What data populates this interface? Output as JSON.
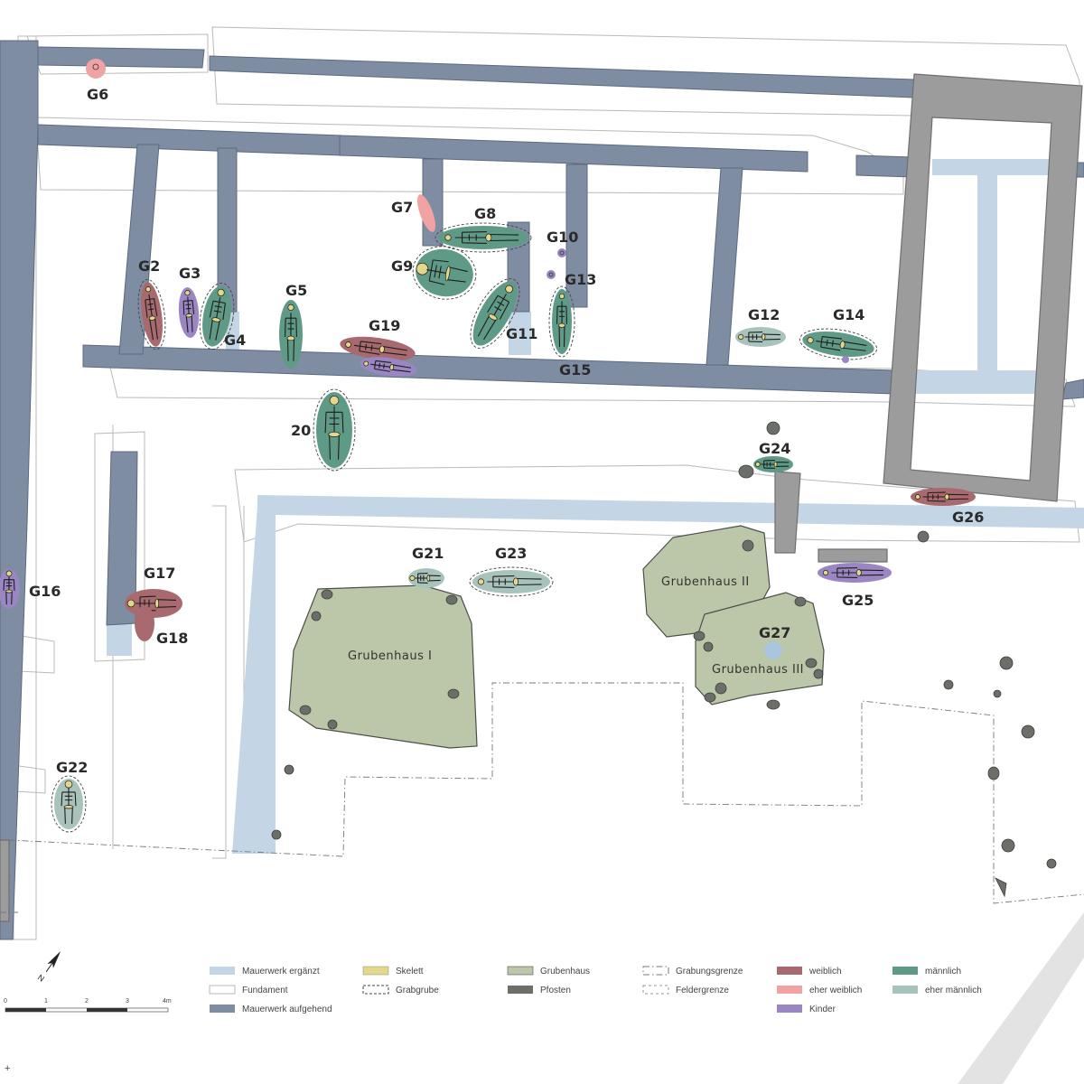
{
  "colors": {
    "weiblich": "#a86a6e",
    "eher_weiblich": "#f0a3a2",
    "kinder": "#9a86c2",
    "maennlich": "#5f9a86",
    "eher_maennlich": "#a8c3bb",
    "mauerwerk_ergaenzt": "#c4d6e6",
    "mauerwerk_aufgehend": "#7f8da3",
    "skelett": "#e3d889",
    "grubenhaus": "#bcc7a9",
    "pfosten": "#6c6e69"
  },
  "graves": [
    {
      "id": "G2",
      "label": "G2",
      "sex": "weiblich"
    },
    {
      "id": "G3",
      "label": "G3",
      "sex": "kinder"
    },
    {
      "id": "G4",
      "label": "G4",
      "sex": "maennlich"
    },
    {
      "id": "G5",
      "label": "G5",
      "sex": "maennlich"
    },
    {
      "id": "G6",
      "label": "G6",
      "sex": "eher_weiblich"
    },
    {
      "id": "G7",
      "label": "G7",
      "sex": "eher_weiblich"
    },
    {
      "id": "G8",
      "label": "G8",
      "sex": "maennlich"
    },
    {
      "id": "G9",
      "label": "G9",
      "sex": "maennlich"
    },
    {
      "id": "G10",
      "label": "G10",
      "sex": "kinder"
    },
    {
      "id": "G11",
      "label": "G11",
      "sex": "maennlich"
    },
    {
      "id": "G12",
      "label": "G12",
      "sex": "eher_maennlich"
    },
    {
      "id": "G13",
      "label": "G13",
      "sex": "kinder"
    },
    {
      "id": "G14",
      "label": "G14",
      "sex": "maennlich"
    },
    {
      "id": "G15",
      "label": "G15",
      "sex": "maennlich"
    },
    {
      "id": "G16",
      "label": "G16",
      "sex": "kinder"
    },
    {
      "id": "G17",
      "label": "G17",
      "sex": "weiblich"
    },
    {
      "id": "G18",
      "label": "G18",
      "sex": "weiblich"
    },
    {
      "id": "G19",
      "label": "G19",
      "sex": "weiblich"
    },
    {
      "id": "G20",
      "label": "20",
      "sex": "maennlich"
    },
    {
      "id": "G21",
      "label": "G21",
      "sex": "eher_maennlich"
    },
    {
      "id": "G22",
      "label": "G22",
      "sex": "eher_maennlich"
    },
    {
      "id": "G23",
      "label": "G23",
      "sex": "eher_maennlich"
    },
    {
      "id": "G24",
      "label": "G24",
      "sex": "maennlich"
    },
    {
      "id": "G25",
      "label": "G25",
      "sex": "kinder"
    },
    {
      "id": "G26",
      "label": "G26",
      "sex": "weiblich"
    },
    {
      "id": "G27",
      "label": "G27",
      "sex": "unbestimmt"
    }
  ],
  "grubenhaeuser": [
    {
      "id": "gh1",
      "label": "Grubenhaus I"
    },
    {
      "id": "gh2",
      "label": "Grubenhaus II"
    },
    {
      "id": "gh3",
      "label": "Grubenhaus III"
    }
  ],
  "legend": {
    "mauerwerk_ergaenzt": "Mauerwerk ergänzt",
    "fundament": "Fundament",
    "mauerwerk_aufgehend": "Mauerwerk aufgehend",
    "skelett": "Skelett",
    "grabgrube": "Grabgrube",
    "grubenhaus": "Grubenhaus",
    "pfosten": "Pfosten",
    "grabungsgrenze": "Grabungsgrenze",
    "feldergrenze": "Feldergrenze",
    "weiblich": "weiblich",
    "eher_weiblich": "eher weiblich",
    "kinder": "Kinder",
    "maennlich": "männlich",
    "eher_maennlich": "eher männlich"
  },
  "scale_bar": {
    "ticks": [
      "0",
      "1",
      "2",
      "3",
      "4m"
    ]
  },
  "north_arrow": {
    "letter": "N"
  },
  "corner_mark": "+"
}
